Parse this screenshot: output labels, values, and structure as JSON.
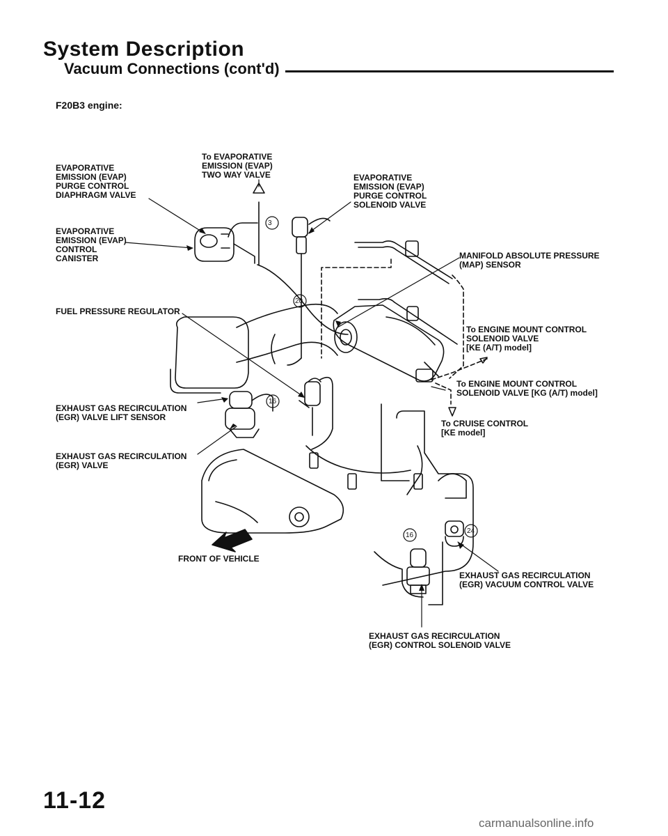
{
  "header": {
    "title": "System Description",
    "subtitle": "Vacuum Connections (cont'd)",
    "engine": "F20B3 engine:"
  },
  "labels": {
    "evap_purge_diaphragm": "EVAPORATIVE\nEMISSION (EVAP)\nPURGE CONTROL\nDIAPHRAGM VALVE",
    "evap_two_way": "To EVAPORATIVE\nEMISSION (EVAP)\nTWO WAY VALVE",
    "evap_purge_solenoid": "EVAPORATIVE\nEMISSION (EVAP)\nPURGE CONTROL\nSOLENOID VALVE",
    "evap_canister": "EVAPORATIVE\nEMISSION (EVAP)\nCONTROL\nCANISTER",
    "map_sensor": "MANIFOLD ABSOLUTE PRESSURE\n(MAP) SENSOR",
    "fuel_pressure_regulator": "FUEL PRESSURE REGULATOR",
    "engine_mount_ke": "To ENGINE MOUNT CONTROL\nSOLENOID VALVE\n[KE (A/T) model]",
    "engine_mount_kg": "To ENGINE MOUNT CONTROL\nSOLENOID VALVE [KG (A/T) model]",
    "egr_lift_sensor": "EXHAUST GAS RECIRCULATION\n(EGR) VALVE LIFT SENSOR",
    "cruise_control": "To CRUISE CONTROL\n[KE model]",
    "egr_valve": "EXHAUST GAS RECIRCULATION\n(EGR) VALVE",
    "front_of_vehicle": "FRONT OF VEHICLE",
    "egr_vacuum_control": "EXHAUST GAS RECIRCULATION\n(EGR) VACUUM CONTROL VALVE",
    "egr_control_solenoid": "EXHAUST GAS RECIRCULATION\n(EGR) CONTROL SOLENOID VALVE"
  },
  "hose_numbers": {
    "h3": "3",
    "h20": "20",
    "h16a": "16",
    "h16b": "16",
    "h24": "24"
  },
  "footer": {
    "page_number": "11-12",
    "watermark": "carmanualsonline.info"
  }
}
